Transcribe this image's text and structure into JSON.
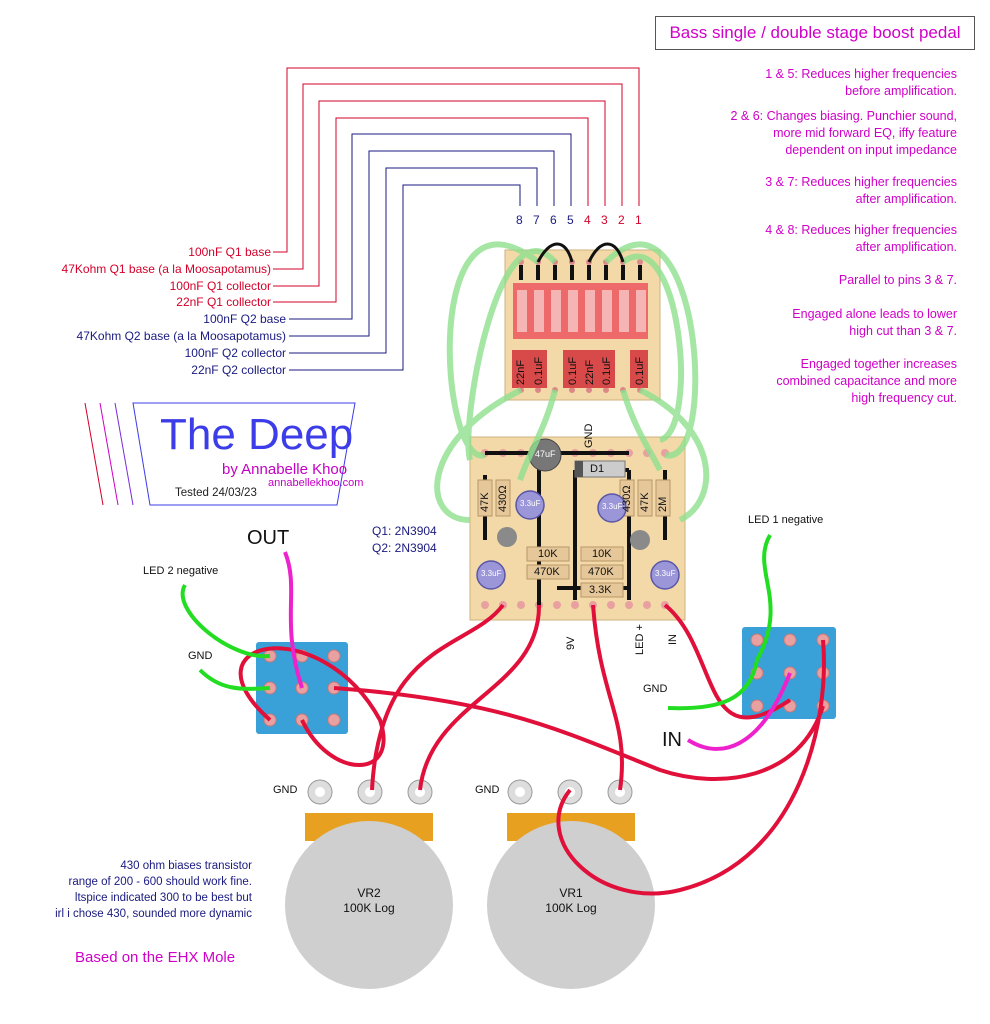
{
  "header": {
    "title": "Bass single / double stage boost pedal"
  },
  "notes": [
    "1 & 5: Reduces higher frequencies\nbefore amplification.",
    "2 & 6: Changes biasing. Punchier sound,\nmore mid forward EQ, iffy feature\ndependent on input impedance",
    "3 & 7: Reduces higher frequencies\nafter amplification.",
    "4 & 8: Reduces higher frequencies\nafter amplification.",
    "Parallel to pins 3 & 7.",
    "Engaged alone leads to lower\nhigh cut than 3 & 7.",
    "Engaged together increases\ncombined capacitance and more\nhigh frequency cut."
  ],
  "switch_labels": {
    "red": [
      "100nF Q1 base",
      "47Kohm Q1 base (a la Moosapotamus)",
      "100nF Q1 collector",
      "22nF Q1 collector"
    ],
    "blue": [
      "100nF Q2 base",
      "47Kohm Q2 base (a la Moosapotamus)",
      "100nF Q2 collector",
      "22nF Q2 collector"
    ]
  },
  "pin_numbers": [
    "8",
    "7",
    "6",
    "5",
    "4",
    "3",
    "2",
    "1"
  ],
  "dip_caps": [
    "22nF",
    "0.1uF",
    "0.1uF",
    "22nF",
    "0.1uF",
    "0.1uF"
  ],
  "logo": {
    "title": "The Deep",
    "byline": "by Annabelle Khoo",
    "url": "annabellekhoo.com",
    "tested": "Tested 24/03/23"
  },
  "transistors": {
    "q1": "Q1: 2N3904",
    "q2": "Q2: 2N3904"
  },
  "board": {
    "gnd": "GND",
    "components": [
      "47uF",
      "D1",
      "47K",
      "430Ω",
      "3.3uF",
      "3.3uF",
      "430Ω",
      "47K",
      "2M",
      "10K",
      "470K",
      "10K",
      "470K",
      "3.3uF",
      "3.3K",
      "3.3uF"
    ],
    "connectors": [
      "9V",
      "LED +",
      "IN"
    ]
  },
  "jacks": {
    "out_label": "OUT",
    "in_label": "IN",
    "led2": "LED 2 negative",
    "led1": "LED 1 negative",
    "gnd_left": "GND",
    "gnd_right": "GND"
  },
  "pots": [
    {
      "gnd": "GND",
      "name": "VR2",
      "value": "100K Log"
    },
    {
      "gnd": "GND",
      "name": "VR1",
      "value": "100K Log"
    }
  ],
  "bottom_note": "430 ohm biases transistor\nrange of 200 - 600 should work fine.\nltspice indicated 300 to be best but\nirl i chose 430, sounded more dynamic",
  "based_on": "Based on the EHX Mole",
  "colors": {
    "magenta": "#d000c8",
    "red_wire": "#e0103a",
    "green_wire": "#22dd22",
    "blue_label": "#1a1a80",
    "jack_blue": "#3aa0d8"
  }
}
